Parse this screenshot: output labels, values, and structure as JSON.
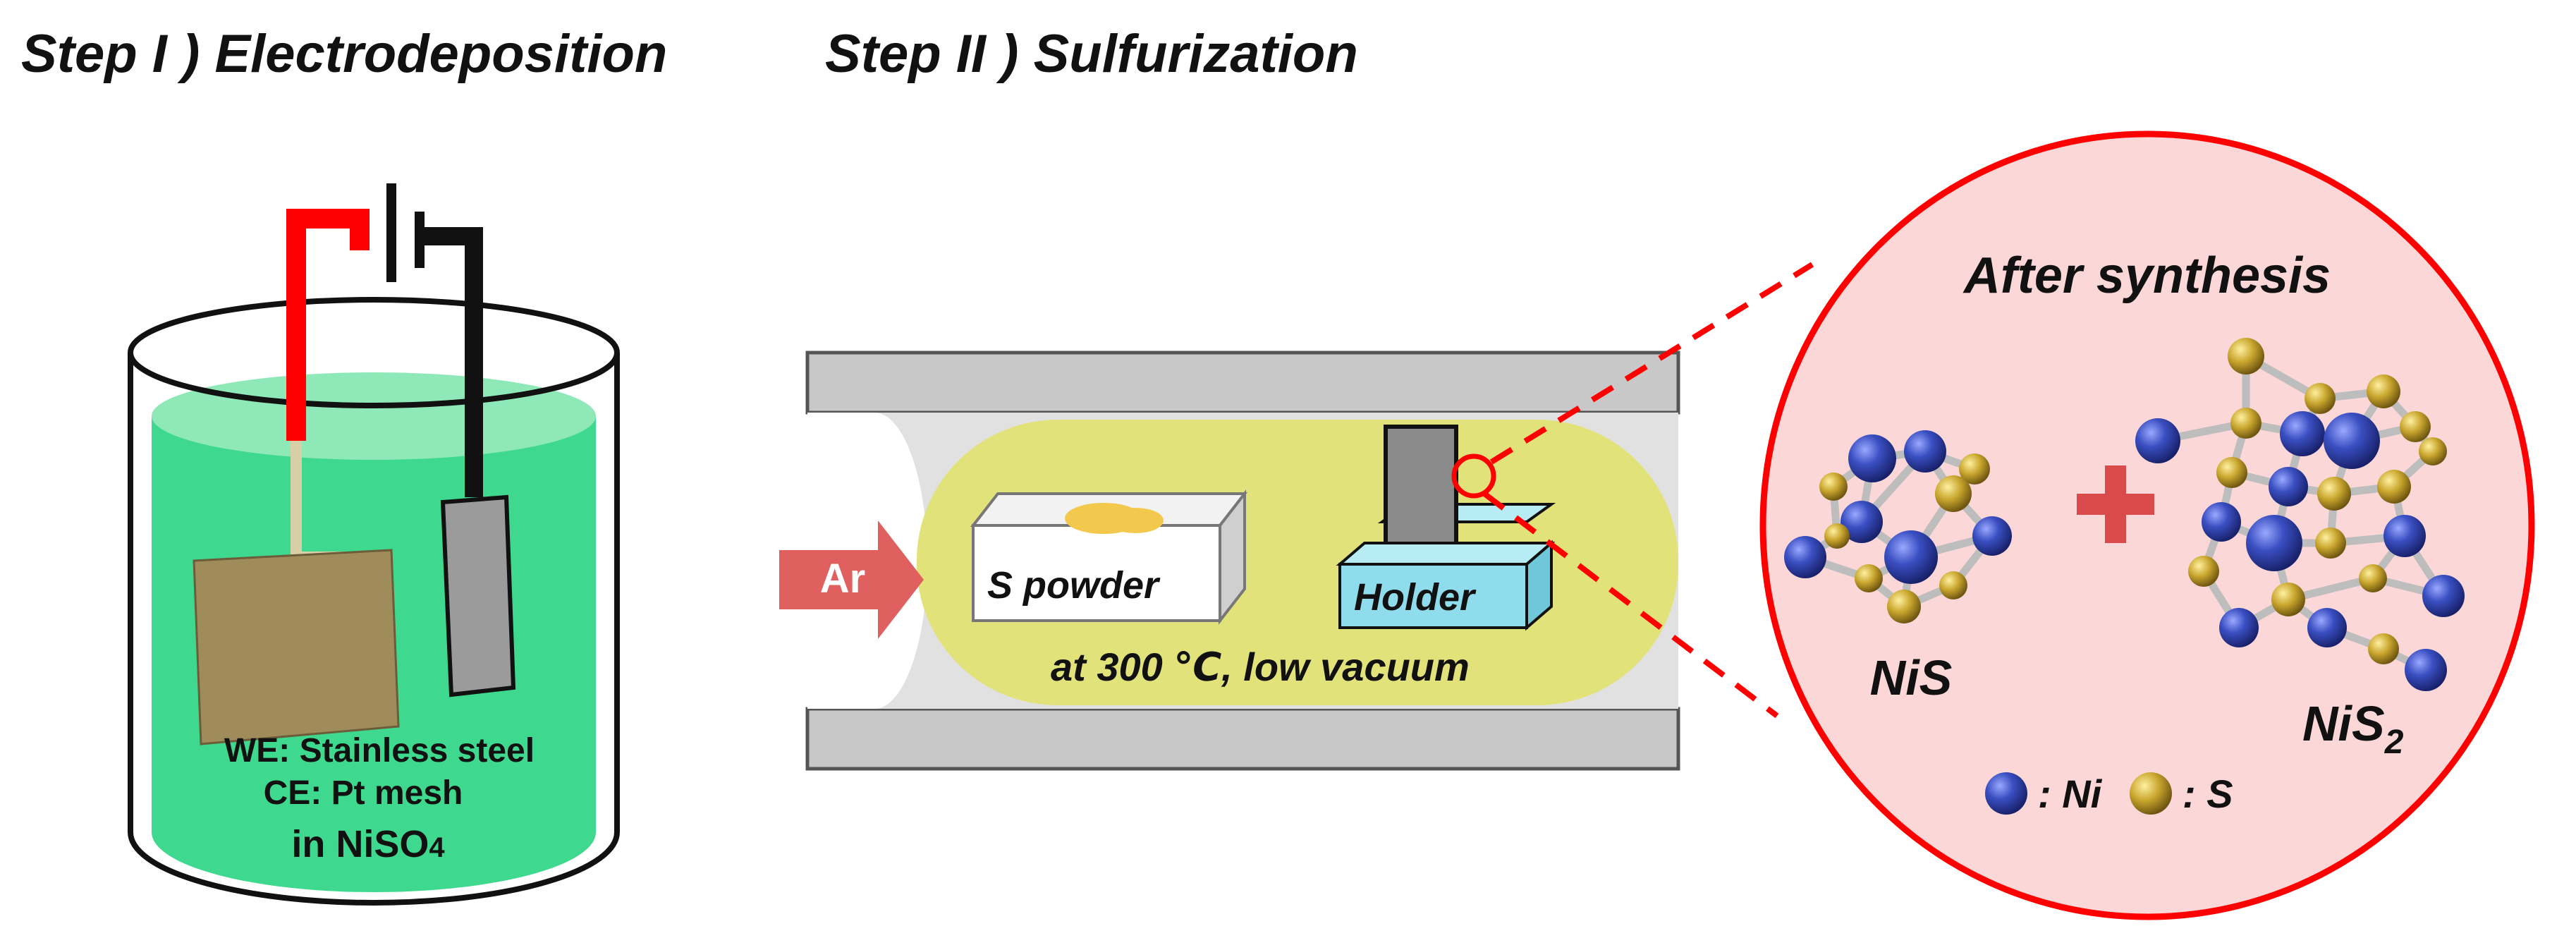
{
  "titles": {
    "step1": "Step I ) Electrodeposition",
    "step2": "Step II ) Sulfurization"
  },
  "electrodeposition": {
    "we_label": "WE: Stainless steel",
    "ce_label": "CE: Pt mesh",
    "solution_prefix": "in NiSO",
    "solution_subscript": "4"
  },
  "sulfurization": {
    "gas_label": "Ar",
    "powder_label": "S powder",
    "holder_label": "Holder",
    "condition_label": "at 300 ℃, low vacuum"
  },
  "inset": {
    "title": "After synthesis",
    "product1": "NiS",
    "product2_base": "NiS",
    "product2_subscript": "2",
    "legend_ni": ": Ni",
    "legend_s": ": S"
  },
  "colors": {
    "electrolyte": "#3ed98e",
    "working_electrode": "#a08b5b",
    "counter_electrode": "#999999",
    "positive_wire": "#ff0000",
    "negative_wire": "#000000",
    "tube": "#c8c8c8",
    "hot_zone": "#e2e27a",
    "holder": "#8fdcec",
    "sulfur": "#f2c94c",
    "ni_atom": "#3346b8",
    "s_atom": "#c9a62e",
    "inset_fill": "#fbd7d7",
    "inset_border": "#ff0000",
    "ar_arrow": "#e06060"
  }
}
